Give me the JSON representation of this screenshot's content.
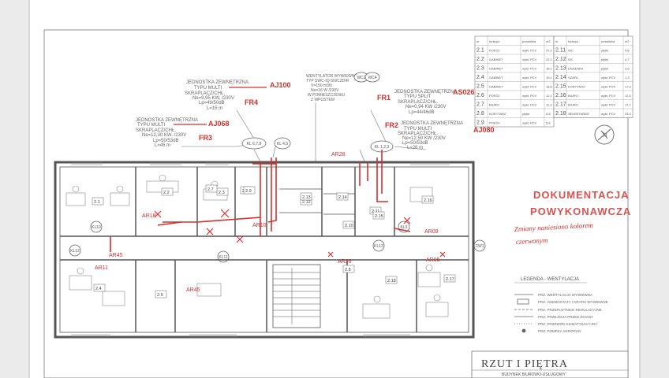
{
  "stamp": {
    "line1": "DOKUMENTACJA",
    "line2": "POWYKONAWCZA",
    "color": "#d9534f"
  },
  "handwritten_note": {
    "line1": "Zmiany naniesiono kolorem",
    "line2": "czerwonym"
  },
  "outdoor_units": [
    {
      "title": "JEDNOSTKA ZEWNĘTRZNA",
      "type_prefix": "TYPU MULTI",
      "type_struck": "",
      "redline": "AJ100",
      "cooling": "SKRAPLACZ/CHŁ.",
      "power": "Ne=9,95 KW, /230V",
      "lp": "Lp=49/50dB",
      "length": "L=15 m",
      "code": "FR4"
    },
    {
      "title": "JEDNOSTKA ZEWNĘTRZNA",
      "type_prefix": "TYPU MULTI",
      "type_struck": "",
      "redline": "AJ068",
      "cooling": "SKRAPLACZ/CHŁ.",
      "power": "Ne=12,30 KW, /230V",
      "lp": "Lp=50/53dB",
      "length": "L=45 m",
      "code": "FR3"
    },
    {
      "title": "JEDNOSTKA ZEWNĘTRZNA",
      "type_prefix": "TYPU SPLIT",
      "type_struck": "",
      "redline": "AS026",
      "cooling": "SKRAPLACZ/CHŁ.",
      "power": "Ne=0,94 KW /230V",
      "lp": "Lp=44/46dB",
      "length": "",
      "code": "FR1"
    },
    {
      "title": "JEDNOSTKA ZEWNĘTRZNA",
      "type_prefix": "TYPU MULTI",
      "type_struck": "",
      "redline": "AJ080",
      "cooling": "SKRAPLACZ/CHŁ.",
      "power": "Ne=12,50 KW /230V",
      "lp": "Lp=50/53dB",
      "length": "L=26 m",
      "code": "FR2"
    }
  ],
  "bubbles": [
    "KL 6,7,8",
    "KL 4,5",
    "KL 1,2,3",
    "KL10",
    "KL11",
    "KL12",
    "KL9",
    "WC2",
    "WC4",
    "CW1",
    "KL13"
  ],
  "vent_note": {
    "l1": "WENTYLATOR WYWIEWNY",
    "l2": "TYP SWC-IQ-5N/CZDIR",
    "l3": "V=150 m3/h",
    "l4": "Ne=16 W /230V",
    "l5": "W POMIESZCZENIU",
    "l6": "Z WPUSTEM"
  },
  "rooms": [
    "2.1",
    "2.2",
    "2.3",
    "2.4",
    "2.5",
    "2.6",
    "2.7",
    "2.8",
    "2.9",
    "2.10",
    "2.11",
    "2.12",
    "2.13",
    "2.14",
    "2.15",
    "2.16",
    "2.17",
    "2.18"
  ],
  "red_labels": [
    "AR18",
    "AR11",
    "AR45",
    "AR09",
    "AR05",
    "AR45",
    "AR26",
    "AR28",
    "AR10",
    "AS026",
    "AR18"
  ],
  "room_table": {
    "headers": [
      "nr",
      "funkcja",
      "posadzka",
      "m2"
    ],
    "rows_left": [
      [
        "2.1",
        "POKÓJ",
        "wykł. PCV",
        "37,2"
      ],
      [
        "2.2",
        "GABINET",
        "wykł. PCV",
        "22,1"
      ],
      [
        "2.3",
        "GABINET",
        "wykł. PCV",
        "18,1"
      ],
      [
        "2.4",
        "GABINET",
        "wykł. PCV",
        "19,1"
      ],
      [
        "2.5",
        "GABINET",
        "wykł. PCV",
        "18,6"
      ],
      [
        "2.6",
        "POKÓJ",
        "wykł. PCV",
        "12,1"
      ],
      [
        "2.7",
        "BIURO",
        "wykł. PCV",
        "11,3"
      ],
      [
        "2.8",
        "KORYTARZ",
        "płytki",
        "6,5"
      ],
      [
        "2.9",
        "POKÓJ",
        "wykł. PCV",
        "5,8"
      ]
    ],
    "rows_right": [
      [
        "2.11",
        "WC",
        "płytki",
        "4,8"
      ],
      [
        "2.12",
        "WC",
        "płytki",
        "4,7"
      ],
      [
        "2.13",
        "ŁAZIENKA",
        "płytki",
        "2,6"
      ],
      [
        "2.14",
        "SZAFA",
        "wykł. PCV",
        "1,3"
      ],
      [
        "2.15",
        "KORYTARZ",
        "wykł. PCV",
        "17,3"
      ],
      [
        "2.16",
        "BIURO",
        "wykł. PCV",
        "12,5"
      ],
      [
        "2.17",
        "BIURO",
        "wykł. PCV",
        "17,7"
      ],
      [
        "2.18",
        "SEKRETARIAT",
        "wykł. PCV",
        "24,3"
      ]
    ]
  },
  "north": "N",
  "legend": {
    "title": "LEGENDA - WENTYLACJA",
    "items": [
      "PRZ. WENTYLACJA WYWIEWNA",
      "PRZ. ANEMOSTATY I KRATKI WYWIEWNE",
      "PRZ. PRZEPUSTNICE REGULACYJNE",
      "PRZ. PRZEJŚCIA PRZEZ ŚCIANY",
      "PRZ. PRZEWÓD KLIMATYZACYJNY",
      "PRZ. POMPKA SKROPLIN"
    ]
  },
  "title_block": {
    "title": "RZUT I PIĘTRA",
    "subtitle": "BUDYNEK BIUROWO-USŁUGOWY"
  },
  "colors": {
    "ink": "#555555",
    "red": "#d0312d",
    "paper": "#ffffff"
  }
}
